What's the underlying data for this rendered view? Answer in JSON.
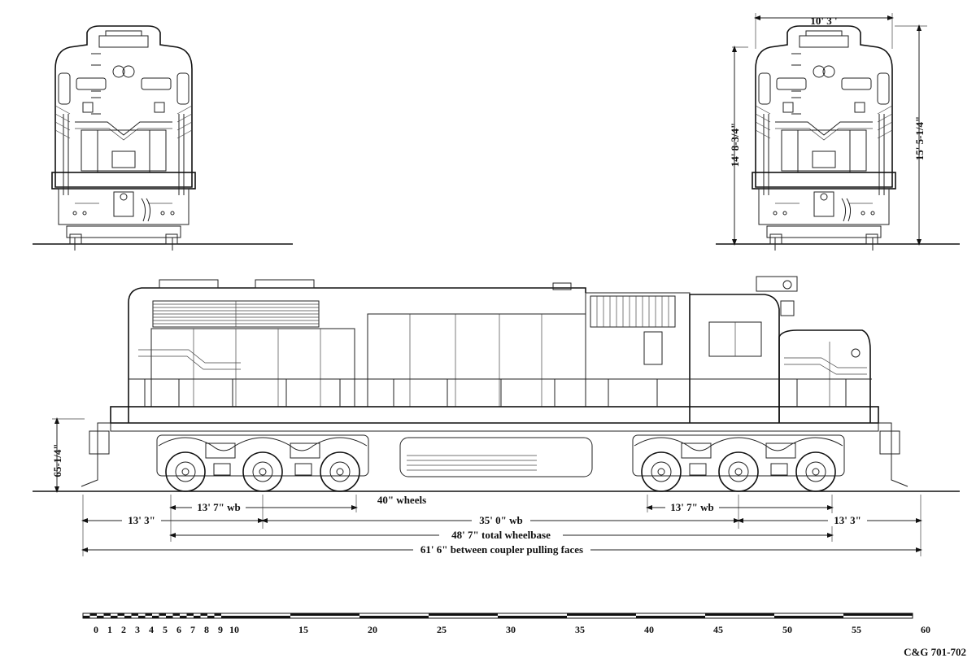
{
  "front_view": {
    "width_label": "10' 3 '",
    "height_cab_label": "14' 8-3/4\"",
    "height_total_label": "15' 5-1/4\""
  },
  "side_view": {
    "coupler_height_label": "65-1/4\"",
    "wheels_label": "40\" wheels",
    "truck_wb_left_label": "13' 7\" wb",
    "truck_wb_right_label": "13' 7\" wb",
    "overhang_left_label": "13' 3\"",
    "overhang_right_label": "13' 3\"",
    "truck_centers_label": "35' 0\" wb",
    "total_wheelbase_label": "48' 7\" total wheelbase",
    "overall_length_label": "61' 6\" between coupler pulling faces"
  },
  "scale": {
    "ticks": [
      "0",
      "1",
      "2",
      "3",
      "4",
      "5",
      "6",
      "7",
      "8",
      "9",
      "10",
      "15",
      "20",
      "25",
      "30",
      "35",
      "40",
      "45",
      "50",
      "55",
      "60"
    ]
  },
  "drawing_id": "C&G 701-702"
}
